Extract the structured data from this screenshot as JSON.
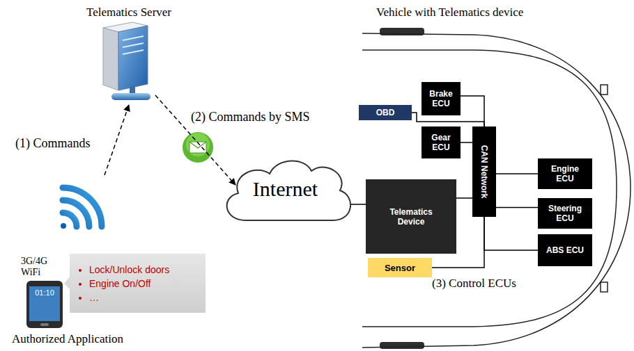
{
  "diagram": {
    "nodes": [
      {
        "text": [
          "Telematics Server"
        ]
      },
      {
        "text": [
          "Internet"
        ]
      },
      {
        "text": [
          "Authorized Application"
        ]
      },
      {
        "text": [
          "Lock/Unlock doors",
          "Engine On/Off",
          "…"
        ]
      },
      {
        "text": [
          "Vehicle with Telematics device"
        ]
      },
      {
        "text": [
          "Brake ECU"
        ],
        "in": 4
      },
      {
        "text": [
          "OBD"
        ],
        "in": 4
      },
      {
        "text": [
          "Gear ECU"
        ],
        "in": 4
      },
      {
        "text": [
          "CAN Network"
        ],
        "in": 4
      },
      {
        "text": [
          "Engine ECU"
        ],
        "in": 4
      },
      {
        "text": [
          "Telematics Device"
        ],
        "in": 4
      },
      {
        "text": [
          "Steering ECU"
        ],
        "in": 4
      },
      {
        "text": [
          "ABS ECU"
        ],
        "in": 4
      },
      {
        "text": [
          "Sensor"
        ],
        "in": 4
      }
    ],
    "edges": [
      {
        "from": 2,
        "to": 0,
        "arrow": "to",
        "label": "(1) Commands"
      },
      {
        "from": 0,
        "to": 1,
        "arrow": "to",
        "label": "(2) Commands by SMS"
      },
      {
        "from": 1,
        "to": 10,
        "arrow": "none"
      },
      {
        "from": 10,
        "to": 8,
        "arrow": "none"
      },
      {
        "from": 5,
        "to": 8,
        "arrow": "none"
      },
      {
        "from": 6,
        "to": 8,
        "arrow": "none"
      },
      {
        "from": 7,
        "to": 8,
        "arrow": "none"
      },
      {
        "from": 9,
        "to": 8,
        "arrow": "none"
      },
      {
        "from": 11,
        "to": 8,
        "arrow": "none"
      },
      {
        "from": 12,
        "to": 8,
        "arrow": "none"
      },
      {
        "from": 13,
        "to": 8,
        "arrow": "none"
      }
    ],
    "labels": [
      "3G/4G WiFi",
      "01:10",
      "(3) Control ECUs"
    ]
  }
}
